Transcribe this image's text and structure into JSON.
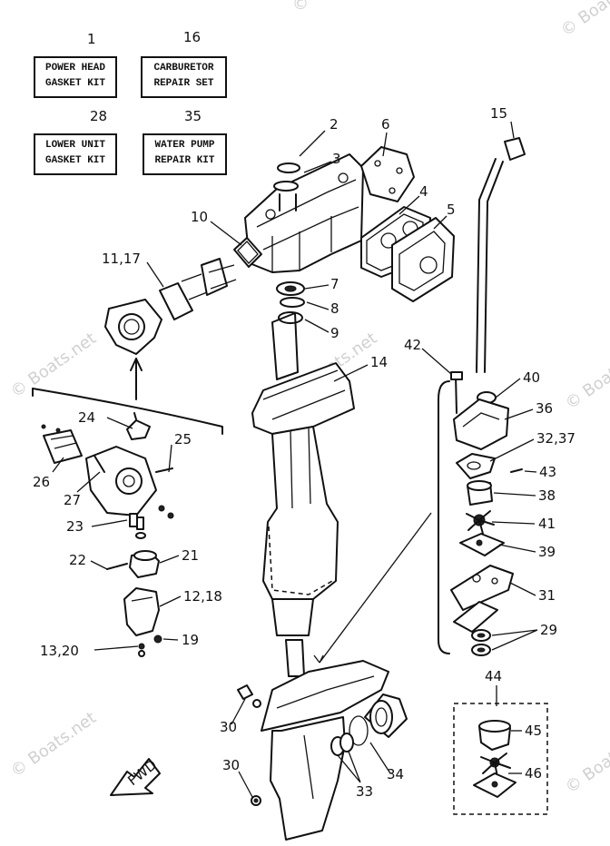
{
  "kits": [
    {
      "num": "1",
      "line1": "POWER HEAD",
      "line2": "GASKET KIT"
    },
    {
      "num": "16",
      "line1": "CARBURETOR",
      "line2": "REPAIR SET"
    },
    {
      "num": "28",
      "line1": "LOWER UNIT",
      "line2": "GASKET KIT"
    },
    {
      "num": "35",
      "line1": "WATER PUMP",
      "line2": "REPAIR KIT"
    }
  ],
  "callouts": {
    "c2": "2",
    "c3": "3",
    "c6": "6",
    "c4": "4",
    "c5": "5",
    "c15": "15",
    "c10": "10",
    "c11_17": "11,17",
    "c7": "7",
    "c8": "8",
    "c9": "9",
    "c14": "14",
    "c42": "42",
    "c40": "40",
    "c36": "36",
    "c32_37": "32,37",
    "c43": "43",
    "c38": "38",
    "c41": "41",
    "c39": "39",
    "c31": "31",
    "c29": "29",
    "c24": "24",
    "c25": "25",
    "c26": "26",
    "c27": "27",
    "c23": "23",
    "c22": "22",
    "c21": "21",
    "c12_18": "12,18",
    "c13_20": "13,20",
    "c19": "19",
    "c44": "44",
    "c45": "45",
    "c46": "46",
    "c30a": "30",
    "c30b": "30",
    "c33": "33",
    "c34": "34"
  },
  "fwd_label": "FWD",
  "watermarks": [
    "© Boats.net",
    "Boats.net",
    "© Boats.net",
    "© Boats.net",
    "© Boats.net",
    "© Boats.net",
    "©"
  ],
  "colors": {
    "ink": "#111111",
    "paper": "#ffffff",
    "watermark": "#787878"
  }
}
